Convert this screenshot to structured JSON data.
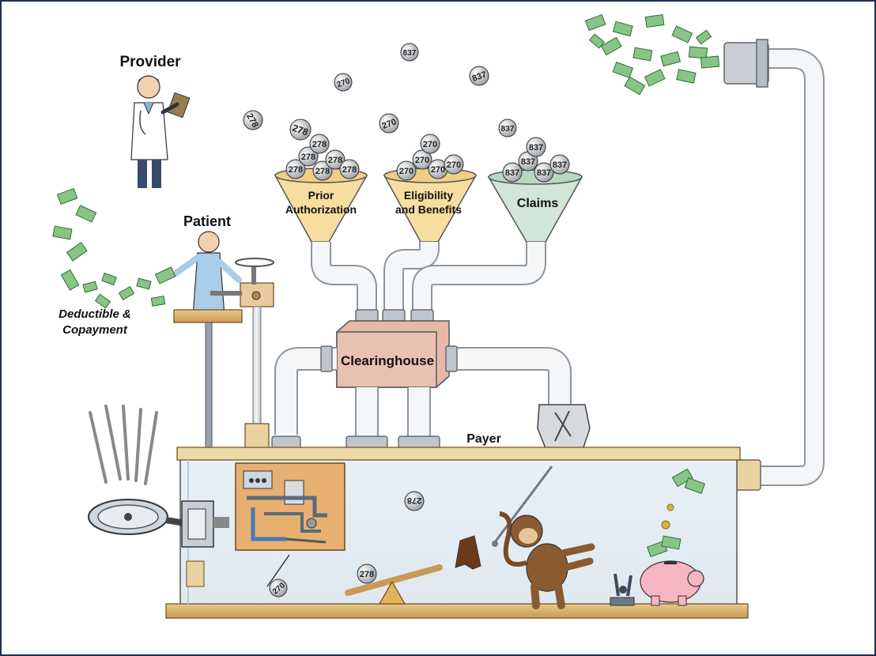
{
  "labels": {
    "provider": "Provider",
    "patient": "Patient",
    "deductible_line1": "Deductible &",
    "deductible_line2": "Copayment",
    "prior_auth_line1": "Prior",
    "prior_auth_line2": "Authorization",
    "eligibility_line1": "Eligibility",
    "eligibility_line2": "and Benefits",
    "claims": "Claims",
    "clearinghouse": "Clearinghouse",
    "payer": "Payer"
  },
  "transaction_codes": {
    "prior_authorization": "278",
    "eligibility": "270",
    "claims": "837"
  },
  "colors": {
    "frame": "#1f2f4f",
    "funnel_yellow": "#f6dea0",
    "funnel_green": "#cfe6d8",
    "clearinghouse": "#e6b8a8",
    "tank_water": "#e6eef5",
    "tank_rim": "#e9d29a",
    "pipe": "#f0f3f6",
    "money": "#7bbf7a"
  }
}
